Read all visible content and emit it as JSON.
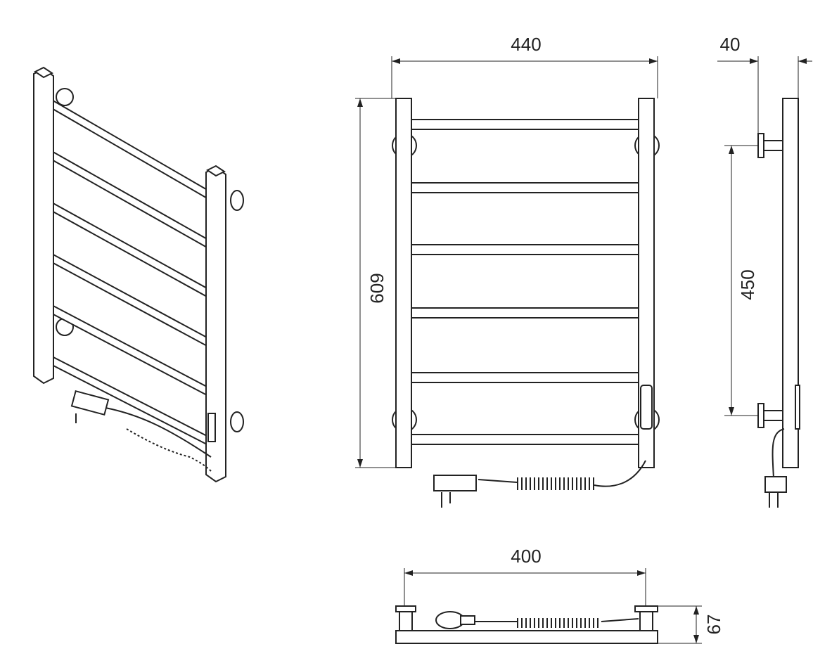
{
  "drawing": {
    "title": "Electric towel warmer technical drawing",
    "rungs_count": 6,
    "dimensions": {
      "width_overall": "440",
      "depth_wall_offset": "40",
      "height_overall": "609",
      "mount_spacing_vertical": "450",
      "mount_spacing_horizontal": "400",
      "depth_total": "67"
    },
    "colors": {
      "line": "#222222",
      "background": "#ffffff"
    }
  }
}
